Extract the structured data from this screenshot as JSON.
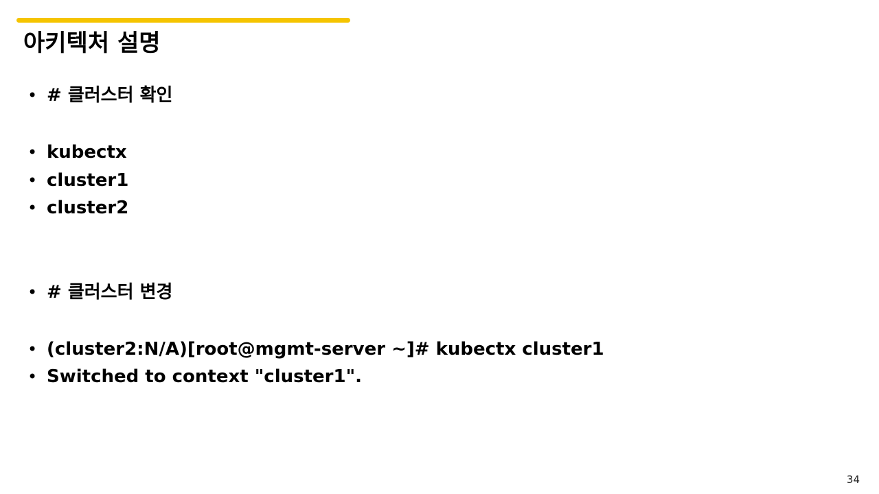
{
  "slide": {
    "title": "아키텍처 설명",
    "page_number": "34",
    "accent_color": "#f5c400"
  },
  "bullets": [
    {
      "text": "# 클러스터 확인"
    },
    {
      "text": "kubectx"
    },
    {
      "text": "cluster1"
    },
    {
      "text": "cluster2"
    },
    {
      "text": "# 클러스터 변경"
    },
    {
      "text": "(cluster2:N/A)[root@mgmt-server ~]# kubectx cluster1"
    },
    {
      "text": "Switched to context \"cluster1\"."
    }
  ],
  "bullet_glyph": "•"
}
